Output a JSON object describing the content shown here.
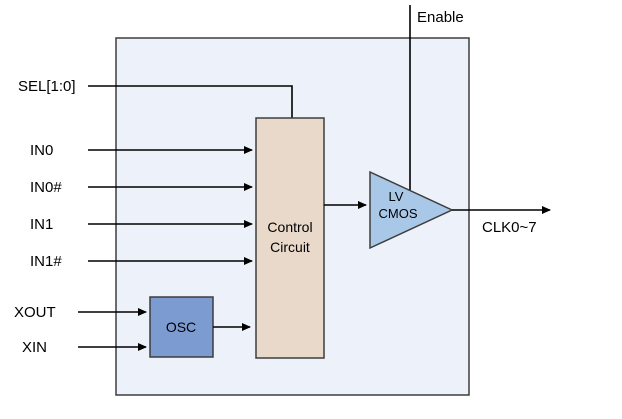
{
  "diagram": {
    "blocks": {
      "control": {
        "label_line1": "Control",
        "label_line2": "Circuit"
      },
      "osc": {
        "label": "OSC"
      },
      "buffer": {
        "label_line1": "LV",
        "label_line2": "CMOS"
      }
    },
    "signals": {
      "enable": "Enable",
      "sel": "SEL[1:0]",
      "in0": "IN0",
      "in0n": "IN0#",
      "in1": "IN1",
      "in1n": "IN1#",
      "xout": "XOUT",
      "xin": "XIN",
      "clk": "CLK0~7"
    },
    "colors": {
      "outer_fill": "#edf1f9",
      "control_fill": "#e9d9ca",
      "osc_fill": "#7b9bd1",
      "buffer_fill": "#a9c7e7"
    }
  }
}
